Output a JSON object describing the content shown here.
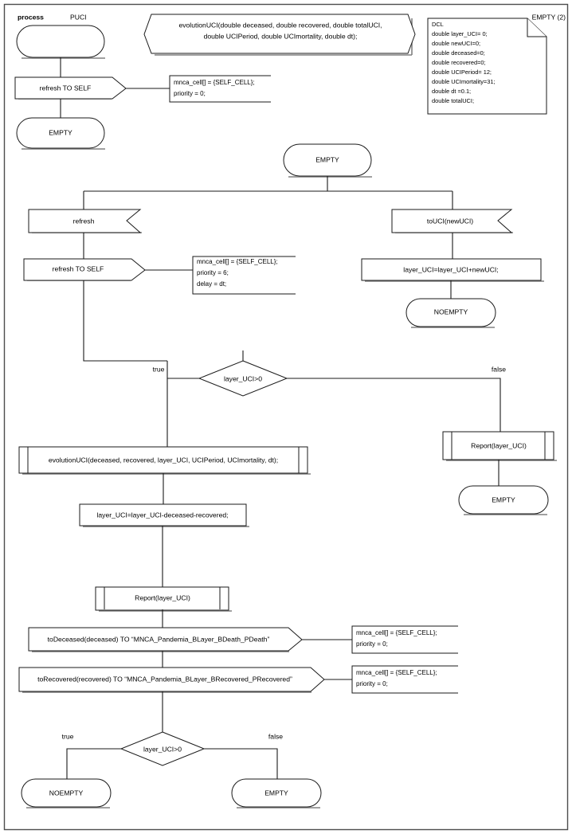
{
  "diagram": {
    "kind": "sdl-process-diagram",
    "header": {
      "keyword": "process",
      "name": "PUCI",
      "state_ref": "EMPTY (2)"
    },
    "procedure_signature": {
      "line1": "evolutionUCI(double deceased, double recovered, double totalUCI,",
      "line2": "double UCIPeriod, double UCImortality, double dt);"
    },
    "declaration": {
      "title": "DCL",
      "lines": [
        "double layer_UCI= 0;",
        "double newUCI=0;",
        "double deceased=0;",
        "double recovered=0;",
        "double UCIPeriod= 12;",
        "double UCImortality=31;",
        "double dt =0.1;",
        "double totalUCI;"
      ]
    },
    "start_branch": {
      "start_state": "",
      "output": "refresh TO SELF",
      "output_comment": [
        "mnca_cell[] = {SELF_CELL};",
        "priority = 0;"
      ],
      "next_state": "EMPTY"
    },
    "main": {
      "state": "EMPTY",
      "left_input": "refresh",
      "left_output": "refresh TO SELF",
      "left_output_comment": [
        "mnca_cell[] = {SELF_CELL};",
        "priority = 6;",
        "delay = dt;"
      ],
      "right_input": "toUCI(newUCI)",
      "right_task": "layer_UCI=layer_UCI+newUCI;",
      "right_state": "NOEMPTY"
    },
    "decision_top": {
      "condition": "layer_UCI>0",
      "true_label": "true",
      "false_label": "false"
    },
    "true_path": {
      "procedure_call": "evolutionUCI(deceased, recovered, layer_UCI, UCIPeriod, UCImortality, dt);",
      "task": "layer_UCI=layer_UCI-deceased-recovered;",
      "report_call": "Report(layer_UCI)",
      "output_deceased": "toDeceased(deceased) TO “MNCA_Pandemia_BLayer_BDeath_PDeath”",
      "output_deceased_comment": [
        "mnca_cell[] = {SELF_CELL};",
        "priority = 0;"
      ],
      "output_recovered": "toRecovered(recovered) TO “MNCA_Pandemia_BLayer_BRecovered_PRecovered”",
      "output_recovered_comment": [
        "mnca_cell[] = {SELF_CELL};",
        "priority = 0;"
      ]
    },
    "false_path": {
      "report_call": "Report(layer_UCI)",
      "state": "EMPTY"
    },
    "decision_bottom": {
      "condition": "layer_UCI>0",
      "true_label": "true",
      "false_label": "false",
      "true_state": "NOEMPTY",
      "false_state": "EMPTY"
    },
    "colors": {
      "stroke": "#1a1a1a",
      "shadow": "#808080",
      "frame": "#4d4d4d",
      "background": "#ffffff"
    }
  }
}
